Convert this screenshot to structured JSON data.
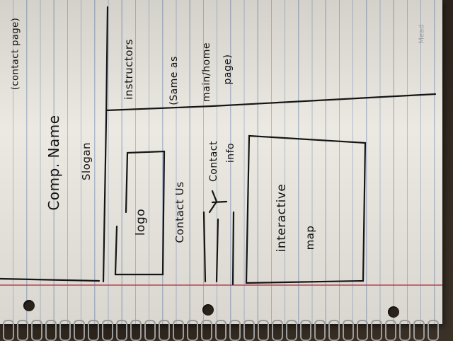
{
  "notebook": {
    "brand": "Mead",
    "page_label": "(contact page)",
    "header": {
      "company_name": "Comp. Name",
      "slogan": "Slogan"
    },
    "nav": {
      "instructors": "instructors",
      "note_line1": "(Same as",
      "note_line2": "main/home",
      "note_line3": "page)"
    },
    "content": {
      "logo": "logo",
      "contact_us": "Contact Us",
      "contact_line1": "Contact",
      "contact_line2": "info",
      "map_line1": "interactive",
      "map_line2": "map"
    }
  }
}
